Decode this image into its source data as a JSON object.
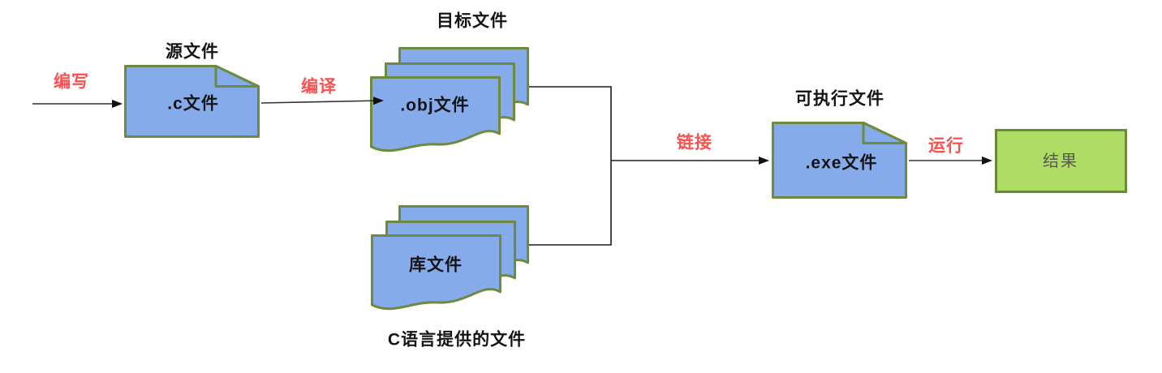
{
  "nodes": {
    "source": {
      "title": "源文件",
      "label": ".c文件"
    },
    "object": {
      "title": "目标文件",
      "label": ".obj文件"
    },
    "library": {
      "label": "库文件",
      "caption": "C语言提供的文件"
    },
    "executable": {
      "title": "可执行文件",
      "label": ".exe文件"
    },
    "result": {
      "label": "结果"
    }
  },
  "edges": {
    "write": {
      "label": "编写"
    },
    "compile": {
      "label": "编译"
    },
    "link": {
      "label": "链接"
    },
    "run": {
      "label": "运行"
    }
  },
  "colors": {
    "document_fill": "#85ABEB",
    "document_border": "#6D8A3E",
    "result_fill": "#AEDC64",
    "result_border": "#6B8939",
    "edge_label_text": "#FA5050",
    "node_label_text": "#141414",
    "result_text": "#595959",
    "connector_line": "#2b2b2b"
  }
}
